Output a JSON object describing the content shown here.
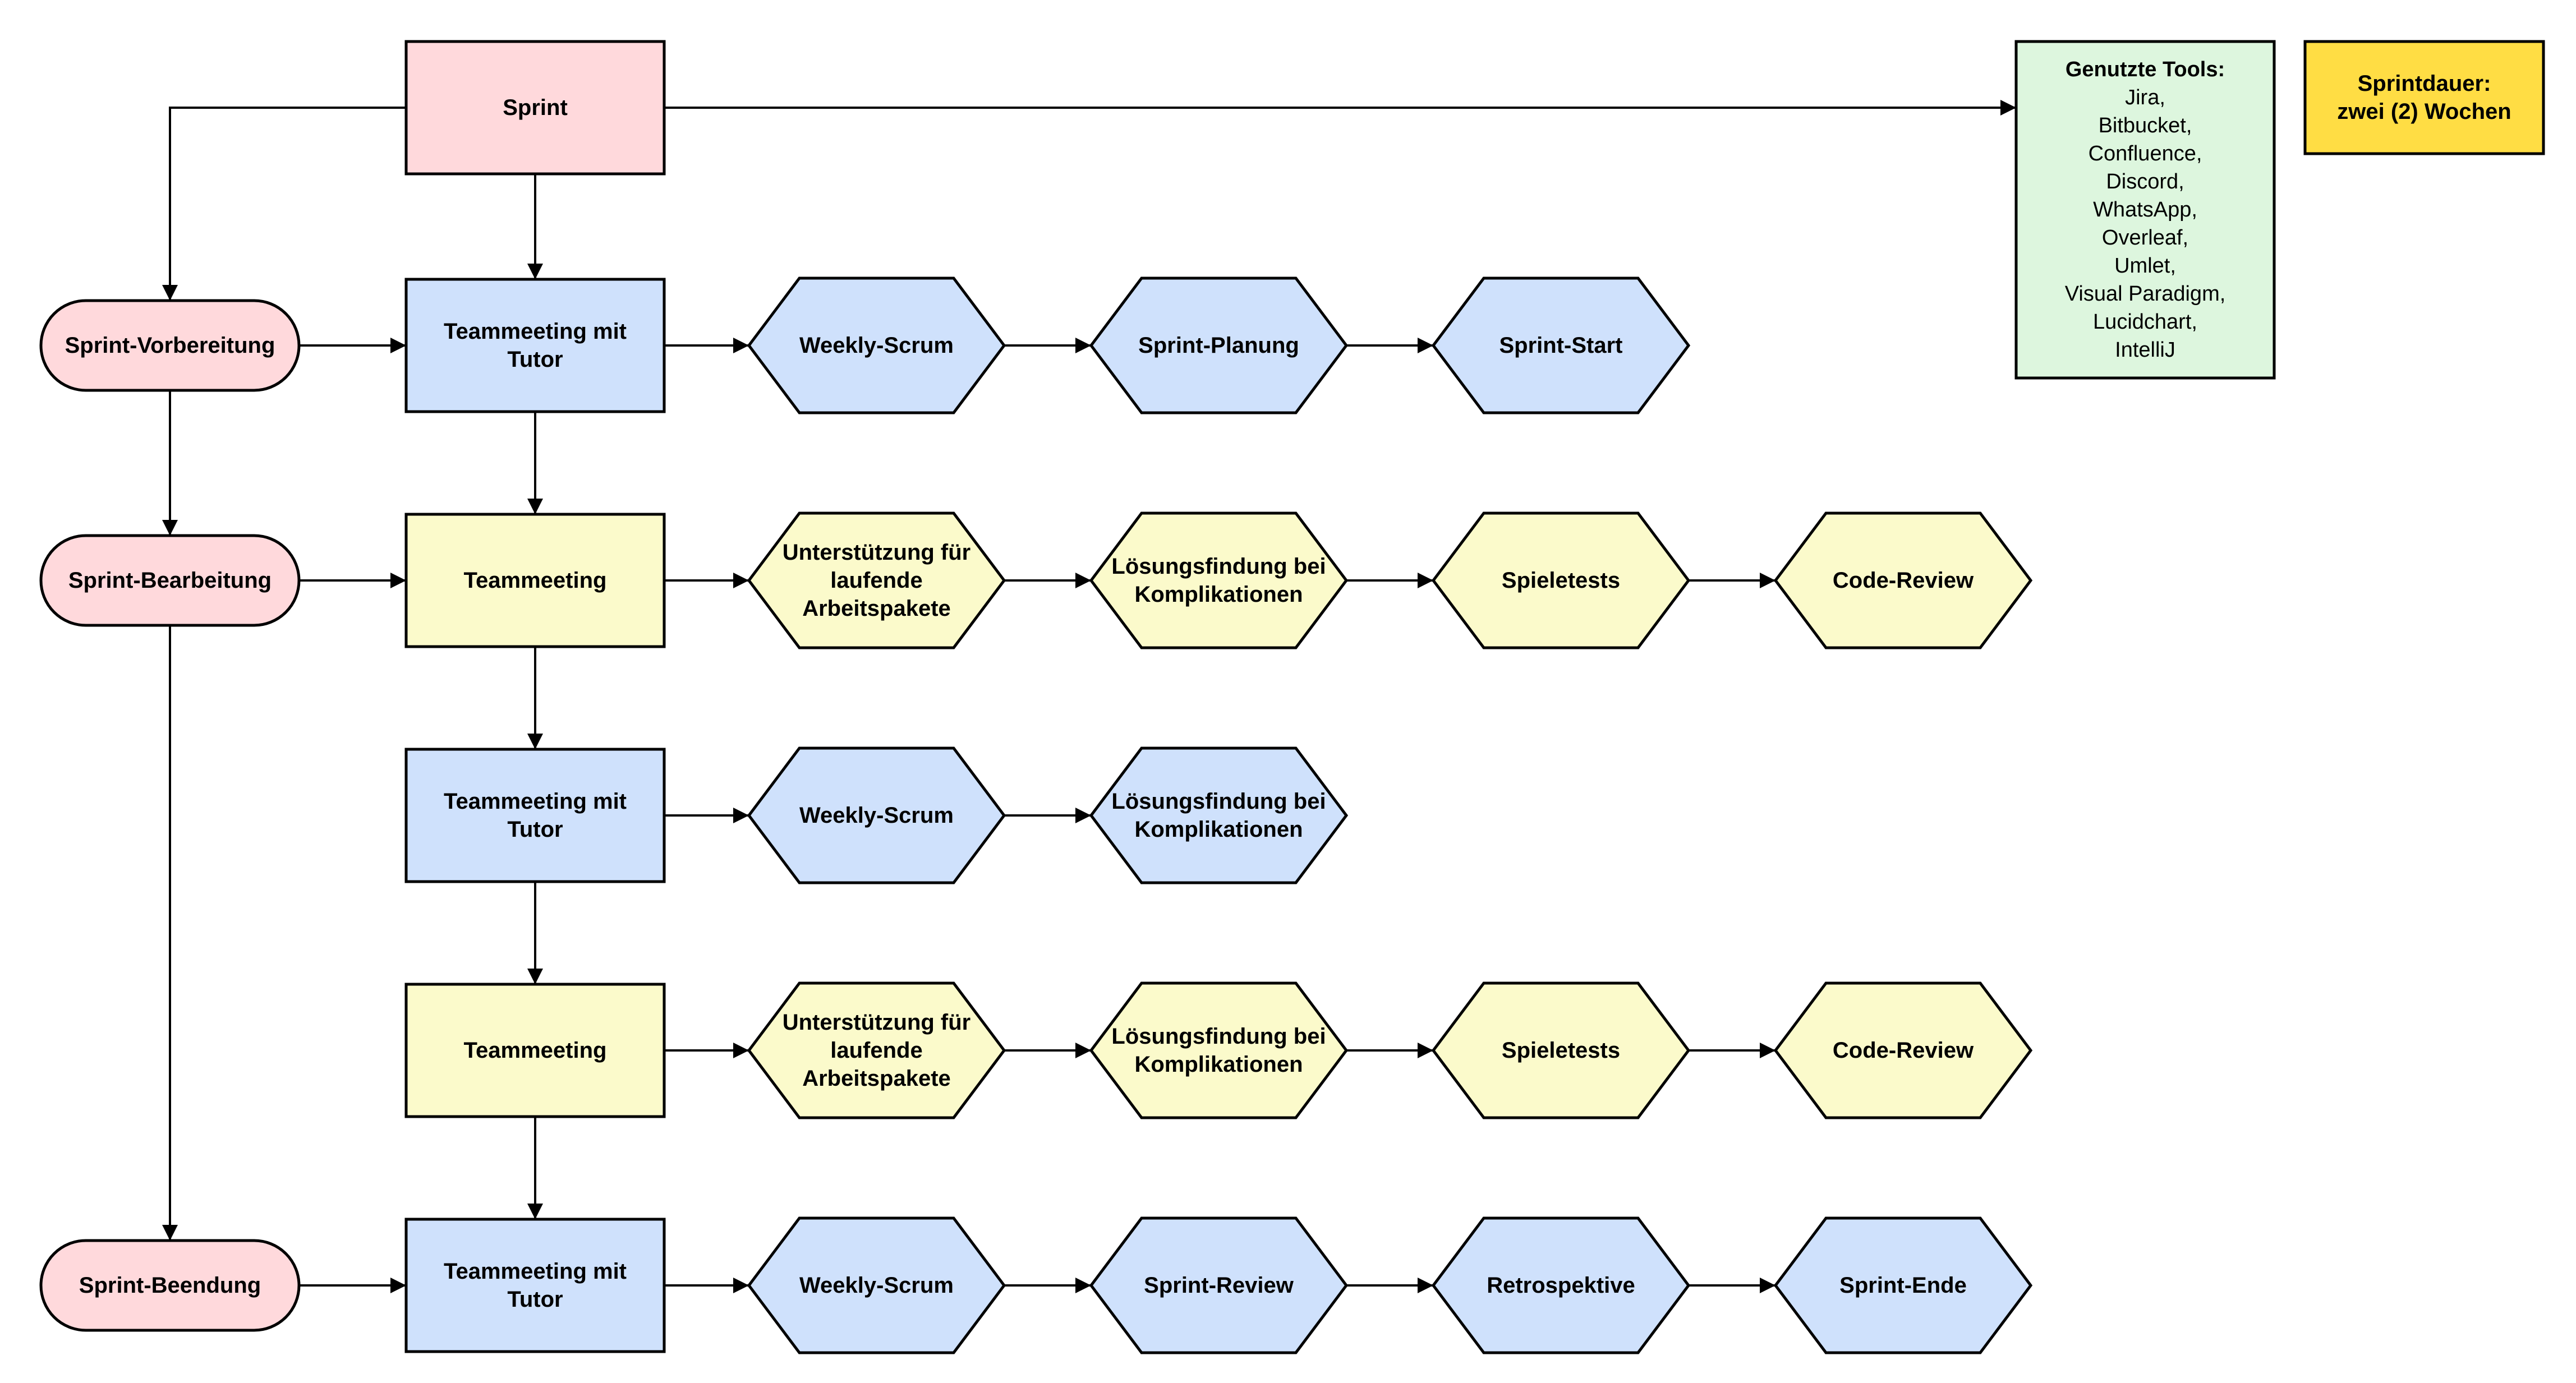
{
  "colors": {
    "sprint_box": "#ffd9dc",
    "phase_pill": "#ffd9dc",
    "tutor_meeting": "#cfe1fc",
    "team_meeting": "#fbfacb",
    "tools_box": "#ddf6de",
    "duration_box": "#ffdd44",
    "stroke": "#000000"
  },
  "sprint": {
    "label": "Sprint"
  },
  "phases": [
    {
      "label": "Sprint-Vorbereitung"
    },
    {
      "label": "Sprint-Bearbeitung"
    },
    {
      "label": "Sprint-Beendung"
    }
  ],
  "tools": {
    "title": "Genutzte Tools:",
    "items": [
      "Jira,",
      "Bitbucket,",
      "Confluence,",
      "Discord,",
      "WhatsApp,",
      "Overleaf,",
      "Umlet,",
      "Visual Paradigm,",
      "Lucidchart,",
      "IntelliJ"
    ]
  },
  "duration": {
    "lines": [
      "Sprintdauer:",
      "zwei (2) Wochen"
    ]
  },
  "rows": [
    {
      "meeting": {
        "lines": [
          "Teammeeting mit",
          "Tutor"
        ],
        "kind": "tutor"
      },
      "steps": [
        {
          "lines": [
            "Weekly-Scrum"
          ]
        },
        {
          "lines": [
            "Sprint-Planung"
          ]
        },
        {
          "lines": [
            "Sprint-Start"
          ]
        }
      ]
    },
    {
      "meeting": {
        "lines": [
          "Teammeeting"
        ],
        "kind": "team"
      },
      "steps": [
        {
          "lines": [
            "Unterstützung für",
            "laufende",
            "Arbeitspakete"
          ]
        },
        {
          "lines": [
            "Lösungsfindung bei",
            "Komplikationen"
          ]
        },
        {
          "lines": [
            "Spieletests"
          ]
        },
        {
          "lines": [
            "Code-Review"
          ]
        }
      ]
    },
    {
      "meeting": {
        "lines": [
          "Teammeeting mit",
          "Tutor"
        ],
        "kind": "tutor"
      },
      "steps": [
        {
          "lines": [
            "Weekly-Scrum"
          ]
        },
        {
          "lines": [
            "Lösungsfindung bei",
            "Komplikationen"
          ]
        }
      ]
    },
    {
      "meeting": {
        "lines": [
          "Teammeeting"
        ],
        "kind": "team"
      },
      "steps": [
        {
          "lines": [
            "Unterstützung für",
            "laufende",
            "Arbeitspakete"
          ]
        },
        {
          "lines": [
            "Lösungsfindung bei",
            "Komplikationen"
          ]
        },
        {
          "lines": [
            "Spieletests"
          ]
        },
        {
          "lines": [
            "Code-Review"
          ]
        }
      ]
    },
    {
      "meeting": {
        "lines": [
          "Teammeeting mit",
          "Tutor"
        ],
        "kind": "tutor"
      },
      "steps": [
        {
          "lines": [
            "Weekly-Scrum"
          ]
        },
        {
          "lines": [
            "Sprint-Review"
          ]
        },
        {
          "lines": [
            "Retrospektive"
          ]
        },
        {
          "lines": [
            "Sprint-Ende"
          ]
        }
      ]
    }
  ]
}
